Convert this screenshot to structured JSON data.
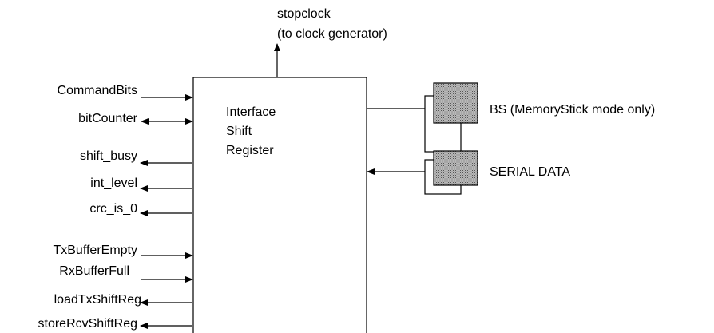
{
  "top": {
    "line1": "stopclock",
    "line2": "(to clock generator)"
  },
  "block": {
    "line1": "Interface",
    "line2": "Shift",
    "line3": "Register"
  },
  "signals": [
    {
      "label": "CommandBits",
      "direction": "in"
    },
    {
      "label": "bitCounter",
      "direction": "bidir"
    },
    {
      "label": "shift_busy",
      "direction": "out"
    },
    {
      "label": "int_level",
      "direction": "out"
    },
    {
      "label": "crc_is_0",
      "direction": "out"
    },
    {
      "label": "TxBufferEmpty",
      "direction": "in"
    },
    {
      "label": "RxBufferFull",
      "direction": "in"
    },
    {
      "label": "loadTxShiftReg",
      "direction": "out"
    },
    {
      "label": "storeRcvShiftReg",
      "direction": "out"
    }
  ],
  "pins": [
    {
      "label": "BS (MemoryStick mode only)",
      "direction": "out"
    },
    {
      "label": "SERIAL DATA",
      "direction": "bidir"
    }
  ],
  "colors": {
    "line": "#000000",
    "pin_fill": "#a0a0a0"
  }
}
